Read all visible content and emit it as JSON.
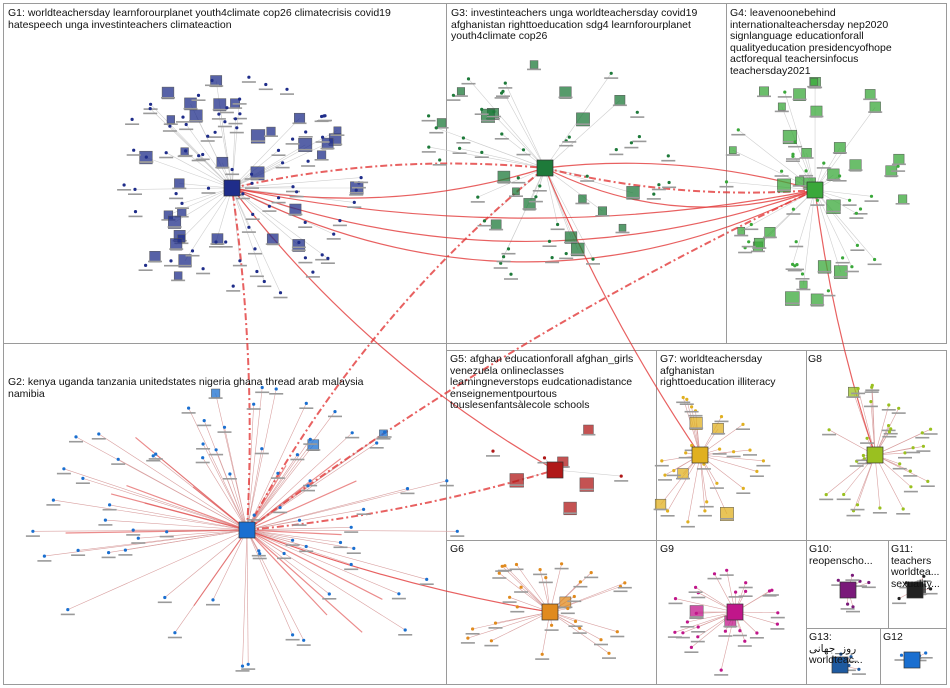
{
  "groups": [
    {
      "id": "G1",
      "label": "G1: worldteachersday learnforourplanet youth4climate cop26 climatecrisis covid19\nhatespeech unga investinteachers climateaction",
      "color": "#1f2d8a"
    },
    {
      "id": "G2",
      "label": "G2: kenya uganda tanzania unitedstates nigeria ghana thread arab malaysia\nnamibia",
      "color": "#1a6fd0"
    },
    {
      "id": "G3",
      "label": "G3: investinteachers unga worldteachersday covid19\nafghanistan righttoeducation sdg4 learnforourplanet\nyouth4climate cop26",
      "color": "#1e7a3a"
    },
    {
      "id": "G4",
      "label": "G4: leavenoonebehind\ninternationalteachersday nep2020\nsignlanguage educationforall\nqualityeducation presidencyofhope\nactforequal teachersinfocus\nteachersday2021",
      "color": "#3aa83a"
    },
    {
      "id": "G5",
      "label": "G5: afghan educationforall afghan_girls\nvenezuela onlineclasses\nlearningneverstops eudcationadistance\nenseignementpourtous\ntouslesenfantsàlecole schools",
      "color": "#b01818"
    },
    {
      "id": "G6",
      "label": "G6",
      "color": "#e08a1e"
    },
    {
      "id": "G7",
      "label": "G7: worldteachersday\nafghanistan\nrighttoeducation illiteracy",
      "color": "#e0b020"
    },
    {
      "id": "G8",
      "label": "G8",
      "color": "#9ac020"
    },
    {
      "id": "G9",
      "label": "G9",
      "color": "#c0168a"
    },
    {
      "id": "G10",
      "label": "G10:\nreopensc​ho...",
      "color": "#7a1a7a"
    },
    {
      "id": "G11",
      "label": "G11:\nteachers\nworldtea...\nsexuality...",
      "color": "#222222"
    },
    {
      "id": "G12",
      "label": "G12",
      "color": "#1a6fd0"
    },
    {
      "id": "G13",
      "label": "G13:\nروز_جهانی\nworldteac...",
      "color": "#1e5aa0"
    }
  ]
}
